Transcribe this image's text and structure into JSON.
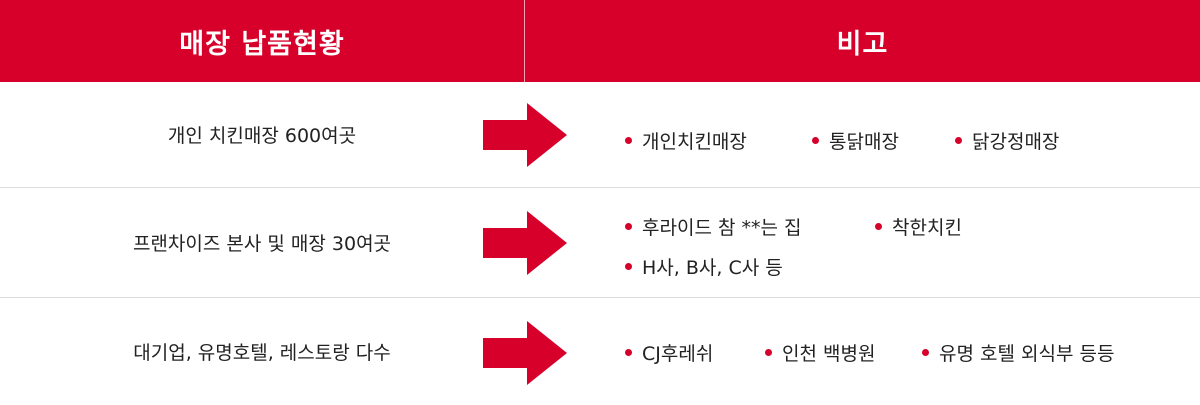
{
  "header": {
    "left": "매장 납품현황",
    "right": "비고"
  },
  "colors": {
    "accent": "#d6002a",
    "text": "#222222",
    "divider": "#dddddd"
  },
  "rows": [
    {
      "left": "개인 치킨매장 600여곳",
      "items": [
        "개인치킨매장",
        "통닭매장",
        "닭강정매장"
      ]
    },
    {
      "left": "프랜차이즈 본사 및 매장 30여곳",
      "items": [
        "후라이드 참 **는 집",
        "착한치킨",
        "H사, B사, C사 등"
      ]
    },
    {
      "left": "대기업, 유명호텔, 레스토랑 다수",
      "items": [
        "CJ후레쉬",
        "인천 백병원",
        "유명 호텔 외식부 등등"
      ]
    }
  ]
}
